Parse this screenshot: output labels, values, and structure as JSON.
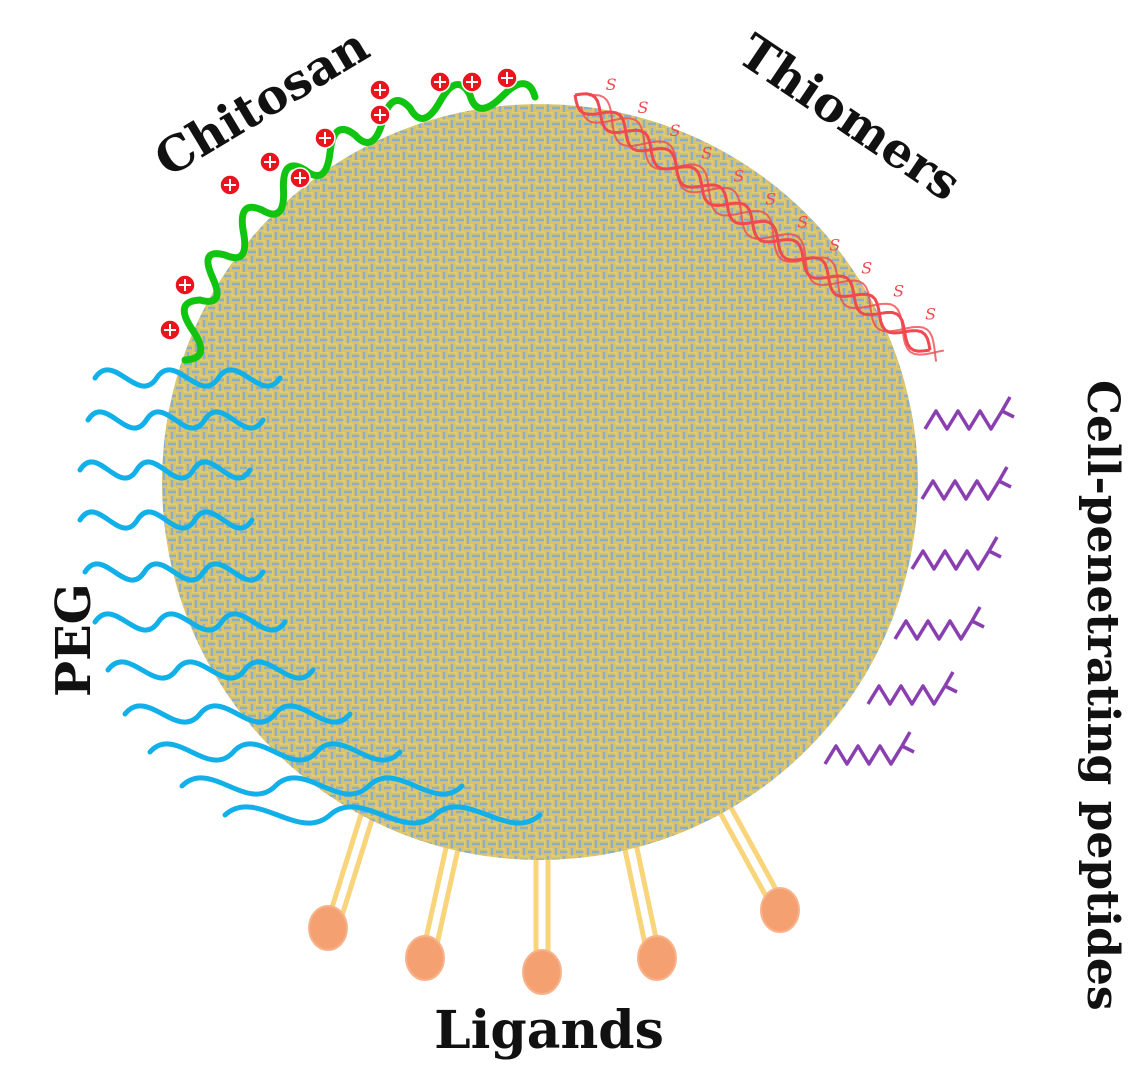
{
  "labels": {
    "chitosan": "Chitosan",
    "thiomers": "Thiomers",
    "peg": "PEG",
    "cpp": "Cell-penetrating peptides",
    "ligands": "Ligands"
  },
  "sulfur_symbol": "S",
  "colors": {
    "core": "#d9c36a",
    "core_pattern": "#8aaecb",
    "chitosan": "#11c411",
    "charge": "#e8141e",
    "thiomer": "#f0494f",
    "peg": "#12b0e8",
    "cpp": "#8a3fb0",
    "ligand_stalk": "#f8d47a",
    "ligand_head": "#f5a070"
  }
}
